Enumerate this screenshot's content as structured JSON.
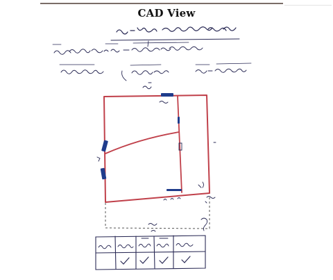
{
  "title": "CAD View",
  "colors": {
    "page_background": "#ffffff",
    "ink": "#2a2a55",
    "plot_boundary": "#c0404a",
    "marker": "#1f3c8c",
    "dashed_extension": "#555555",
    "top_rule": "#7a6d67"
  },
  "sketch": {
    "description_kind": "hand-drawn survey sketch with Devanagari annotations",
    "table": {
      "columns": 5,
      "rows": 2,
      "second_row_marks": [
        "",
        "tick",
        "tick",
        "tick",
        "tick"
      ]
    }
  }
}
